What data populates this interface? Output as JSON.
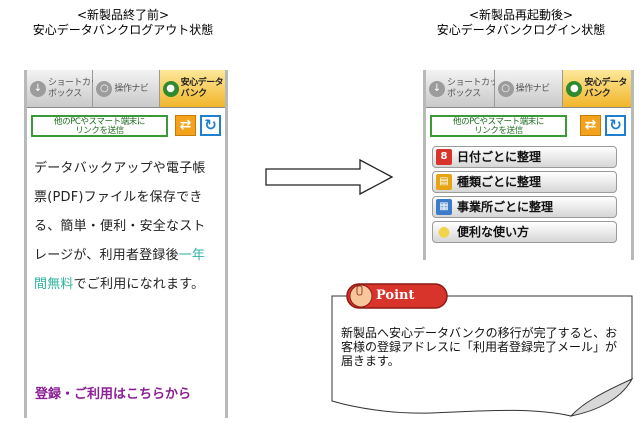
{
  "captions": {
    "left_line1": "<新製品終了前>",
    "left_line2": "安心データバンクログアウト状態",
    "right_line1": "<新製品再起動後>",
    "right_line2": "安心データバンクログイン状態"
  },
  "tabs": [
    {
      "label": "ショートカット\nボックス",
      "icon": "download-icon",
      "glyph": "↓"
    },
    {
      "label": "操作ナビ",
      "icon": "search-icon",
      "glyph": "○"
    },
    {
      "label": "安心データ\nバンク",
      "icon": "key-icon",
      "glyph": "●"
    }
  ],
  "send_box": "他のPCやスマート端末に\nリンクを送信",
  "left_screen": {
    "text_before": "データバックアップや電子帳票(PDF)ファイルを保存できる、簡単・便利・安全なストレージが、利用者登録後",
    "highlight": "一年間無料",
    "text_after": "でご利用になれます。",
    "register_link": "登録・ご利用はこちらから"
  },
  "right_screen": {
    "menu": [
      {
        "label": "日付ごとに整理",
        "icon": "calendar-icon",
        "glyph": "8",
        "color": "#d9342b"
      },
      {
        "label": "種類ごとに整理",
        "icon": "files-icon",
        "glyph": "▤",
        "color": "#e7a516"
      },
      {
        "label": "事業所ごとに整理",
        "icon": "building-icon",
        "glyph": "▦",
        "color": "#3d7cc9"
      },
      {
        "label": "便利な使い方",
        "icon": "lightbulb-icon",
        "glyph": "●",
        "color": "#f2d44a"
      }
    ]
  },
  "point": {
    "badge": "Point",
    "text": "新製品へ安心データバンクの移行が完了すると、お客様の登録アドレスに「利用者登録完了メール」が届きます。"
  },
  "colors": {
    "active_tab": "#f1b62a",
    "send_border": "#3a9a3a",
    "highlight": "#2fb3a0",
    "register": "#8b1f95",
    "badge": "#d9342b"
  }
}
